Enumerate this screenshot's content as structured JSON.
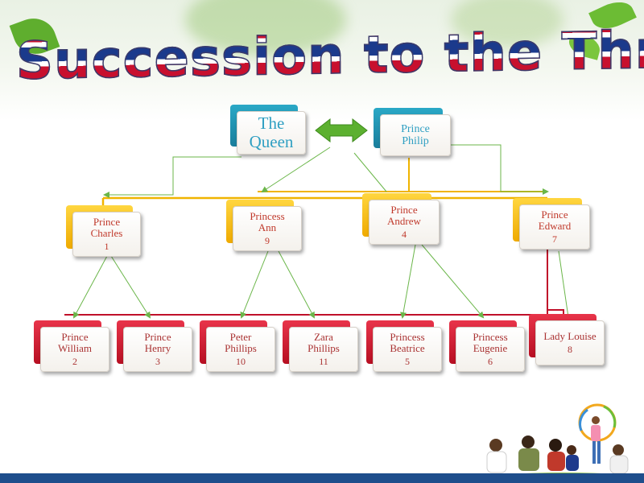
{
  "slide": {
    "title": "Succession to the Throne"
  },
  "root": {
    "queen": {
      "label_1": "The",
      "label_2": "Queen"
    },
    "philip": {
      "label_1": "Prince",
      "label_2": "Philip"
    }
  },
  "children": [
    {
      "label_1": "Prince",
      "label_2": "Charles",
      "number": "1"
    },
    {
      "label_1": "Princess",
      "label_2": "Ann",
      "number": "9"
    },
    {
      "label_1": "Prince",
      "label_2": "Andrew",
      "number": "4"
    },
    {
      "label_1": "Prince",
      "label_2": "Edward",
      "number": "7"
    }
  ],
  "grandchildren": [
    {
      "label_1": "Prince",
      "label_2": "William",
      "number": "2"
    },
    {
      "label_1": "Prince",
      "label_2": "Henry",
      "number": "3"
    },
    {
      "label_1": "Peter",
      "label_2": "Phillips",
      "number": "10"
    },
    {
      "label_1": "Zara",
      "label_2": "Phillips",
      "number": "11"
    },
    {
      "label_1": "Princess",
      "label_2": "Beatrice",
      "number": "5"
    },
    {
      "label_1": "Princess",
      "label_2": "Eugenie",
      "number": "6"
    },
    {
      "label_1": "Lady Louise",
      "label_2": "",
      "number": "8"
    }
  ],
  "colors": {
    "teal": "#2aa8c6",
    "yellow": "#ffd640",
    "red": "#e8344a",
    "connector_green": "#6bb64a",
    "connector_red": "#c0102a",
    "connector_yellow": "#f0b400"
  }
}
